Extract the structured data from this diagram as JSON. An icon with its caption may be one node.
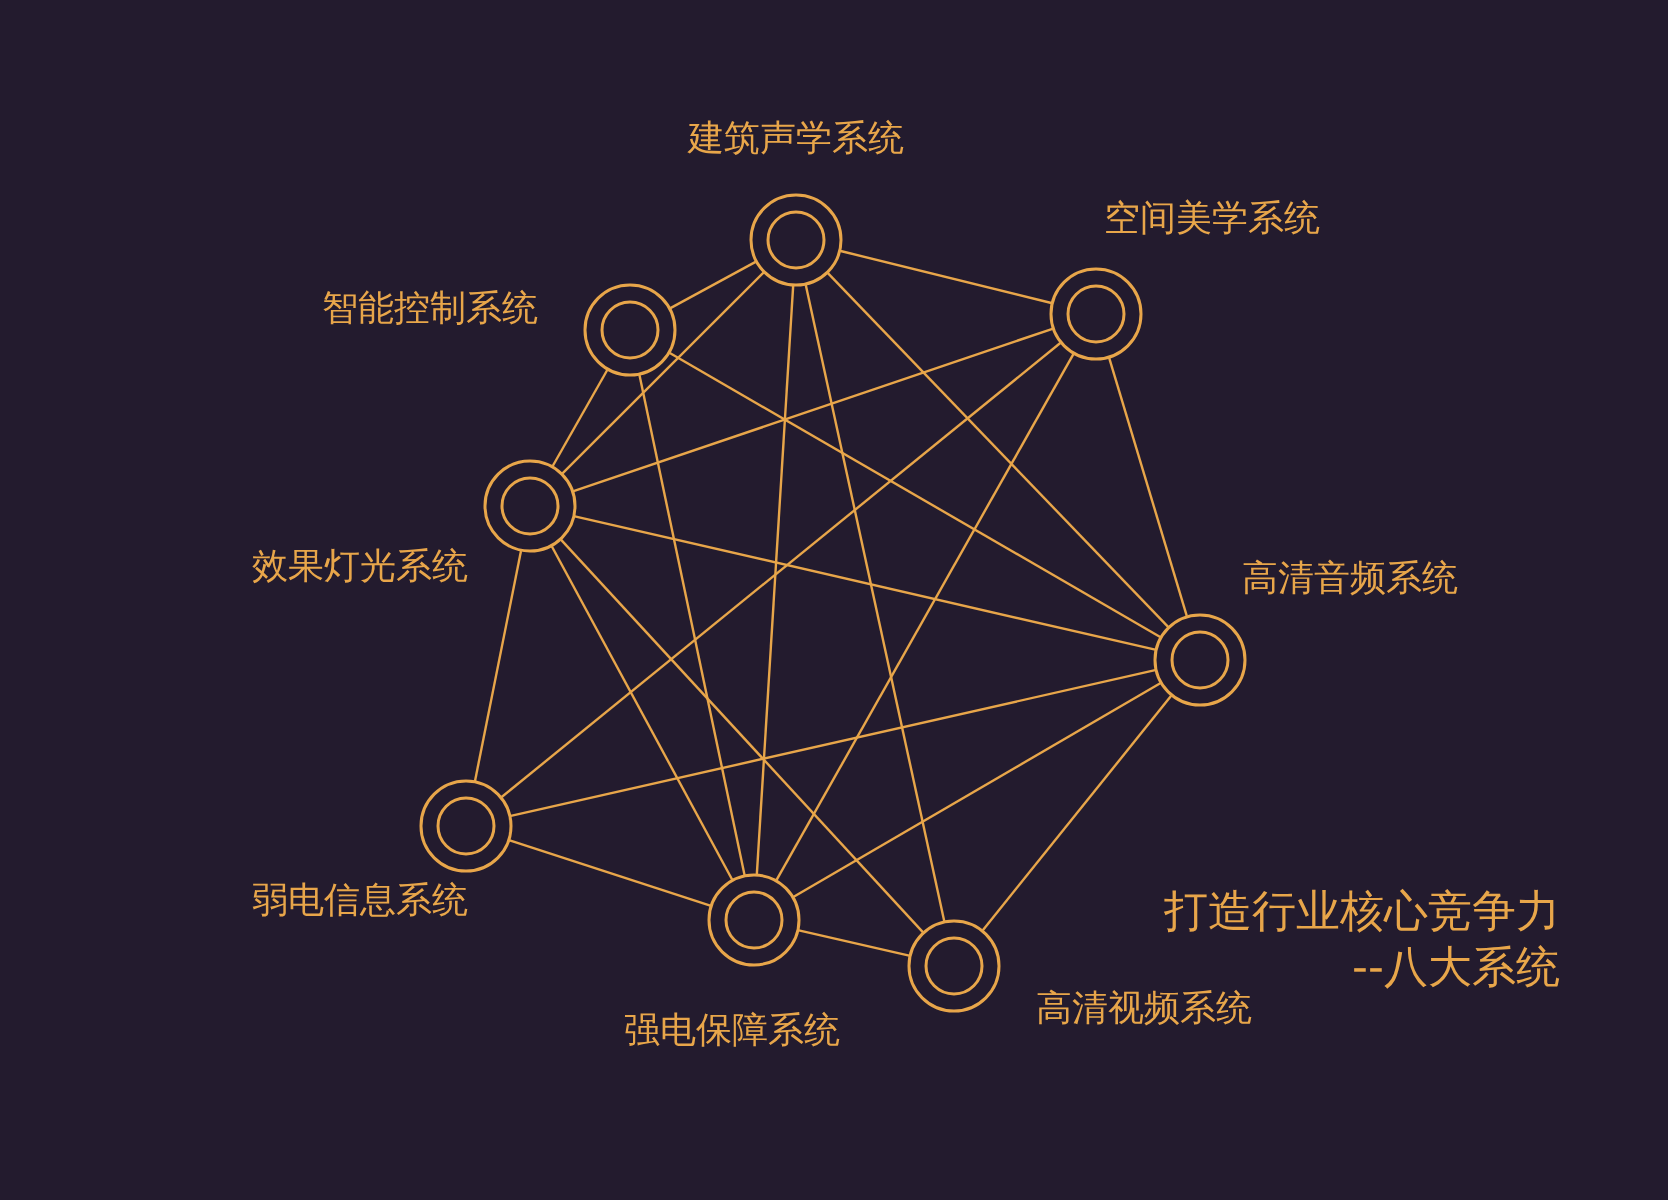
{
  "diagram": {
    "nodes": [
      {
        "text": [],
        "shape": "circle",
        "beside": [
          "建筑声学系统"
        ]
      },
      {
        "text": [],
        "shape": "circle",
        "beside": [
          "空间美学系统"
        ]
      },
      {
        "text": [],
        "shape": "circle",
        "beside": [
          "智能控制系统"
        ]
      },
      {
        "text": [],
        "shape": "circle",
        "beside": [
          "效果灯光系统"
        ]
      },
      {
        "text": [],
        "shape": "circle",
        "beside": [
          "高清音频系统"
        ]
      },
      {
        "text": [],
        "shape": "circle",
        "beside": [
          "弱电信息系统"
        ]
      },
      {
        "text": [],
        "shape": "circle",
        "beside": [
          "强电保障系统"
        ]
      },
      {
        "text": [],
        "shape": "circle",
        "beside": [
          "高清视频系统"
        ]
      }
    ],
    "edges": [
      {
        "from": 0,
        "to": 1,
        "arrow": "none"
      },
      {
        "from": 0,
        "to": 2,
        "arrow": "none"
      },
      {
        "from": 0,
        "to": 3,
        "arrow": "none"
      },
      {
        "from": 0,
        "to": 4,
        "arrow": "none"
      },
      {
        "from": 0,
        "to": 6,
        "arrow": "none"
      },
      {
        "from": 0,
        "to": 7,
        "arrow": "none"
      },
      {
        "from": 1,
        "to": 3,
        "arrow": "none"
      },
      {
        "from": 1,
        "to": 4,
        "arrow": "none"
      },
      {
        "from": 1,
        "to": 5,
        "arrow": "none"
      },
      {
        "from": 1,
        "to": 6,
        "arrow": "none"
      },
      {
        "from": 2,
        "to": 3,
        "arrow": "none"
      },
      {
        "from": 2,
        "to": 4,
        "arrow": "none"
      },
      {
        "from": 2,
        "to": 6,
        "arrow": "none"
      },
      {
        "from": 3,
        "to": 4,
        "arrow": "none"
      },
      {
        "from": 3,
        "to": 5,
        "arrow": "none"
      },
      {
        "from": 3,
        "to": 6,
        "arrow": "none"
      },
      {
        "from": 3,
        "to": 7,
        "arrow": "none"
      },
      {
        "from": 4,
        "to": 5,
        "arrow": "none"
      },
      {
        "from": 4,
        "to": 6,
        "arrow": "none"
      },
      {
        "from": 4,
        "to": 7,
        "arrow": "none"
      },
      {
        "from": 5,
        "to": 6,
        "arrow": "none"
      },
      {
        "from": 6,
        "to": 7,
        "arrow": "none"
      }
    ],
    "labels": [
      "打造行业核心竞争力",
      "--八大系统"
    ]
  }
}
